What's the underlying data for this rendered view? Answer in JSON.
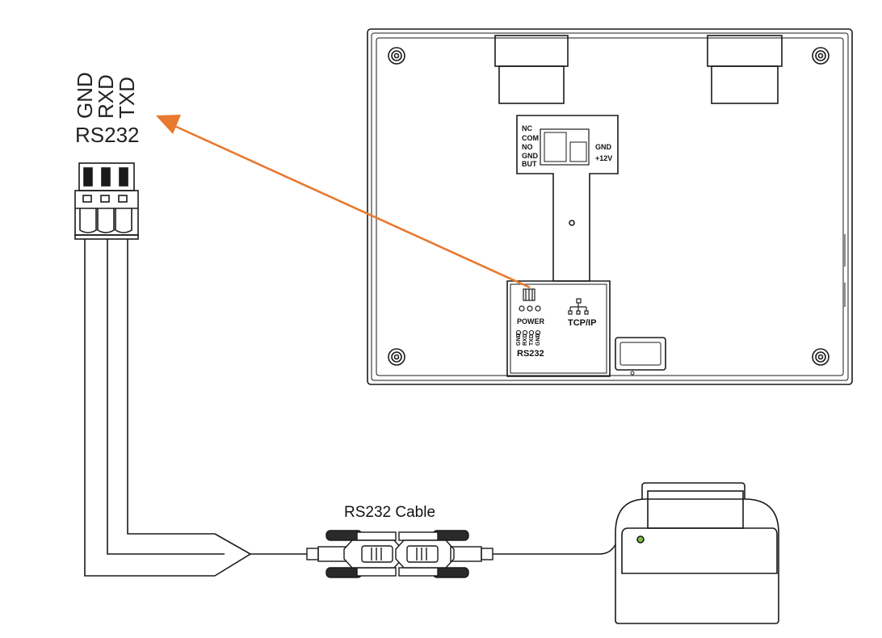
{
  "terminal_block": {
    "pins": [
      "GND",
      "RXD",
      "TXD"
    ],
    "label": "RS232"
  },
  "device_panel": {
    "relay_pins": [
      "NC",
      "COM",
      "NO",
      "GND",
      "BUT"
    ],
    "power_pins": [
      "GND",
      "+12V"
    ],
    "power_label": "POWER",
    "network_label": "TCP/IP",
    "rs232_pins": [
      "GND",
      "RXD",
      "TXD",
      "GND"
    ],
    "rs232_label": "RS232"
  },
  "cable": {
    "caption": "RS232 Cable"
  },
  "colors": {
    "arrow": "#E87A2F",
    "line": "#1a1a1a",
    "indicator_led": "#7dc242"
  }
}
